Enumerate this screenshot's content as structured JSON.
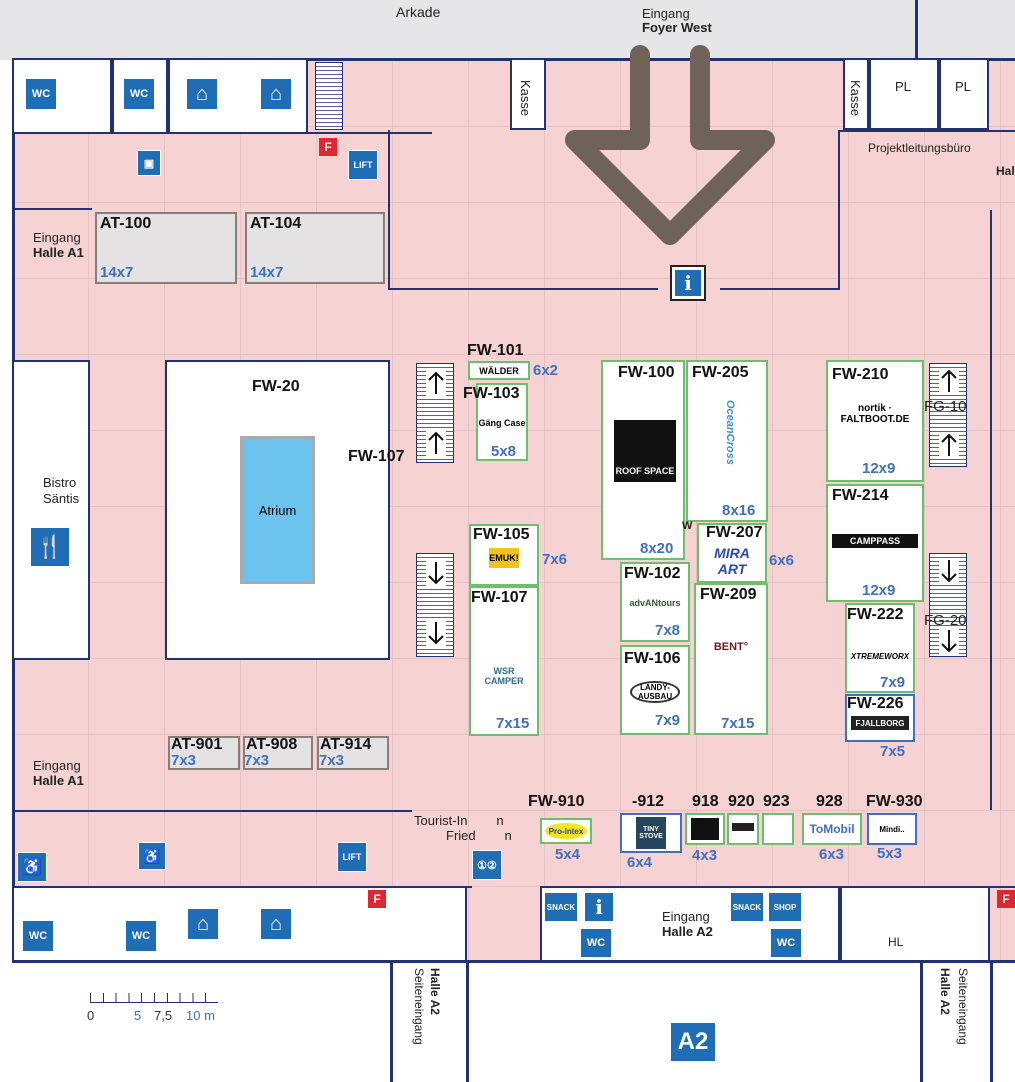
{
  "labels": {
    "arkade": "Arkade",
    "eingang_foyer_line1": "Eingang",
    "eingang_foyer_line2": "Foyer West",
    "kasse": "Kasse",
    "pl": "PL",
    "projektleitung": "Projektleitungsbüro",
    "hal": "Hal",
    "eingang": "Eingang",
    "halle_a1": "Halle A1",
    "halle_a2": "Halle A2",
    "bistro_line1": "Bistro",
    "bistro_line2": "Säntis",
    "atrium": "Atrium",
    "lift": "LIFT",
    "fire": "F",
    "wc": "WC",
    "snack": "SNACK",
    "shop": "SHOP",
    "hl": "HL",
    "seiteneingang": "Seiteneingang",
    "hall_badge": "A2",
    "fg10": "FG-10",
    "fg20": "FG-20",
    "fw107_area": "FW-107",
    "tourist_line1": "Tourist-In        n",
    "tourist_line2": "Fried        n",
    "w": "W",
    "info": "i"
  },
  "scale": {
    "ticks": [
      "0",
      "5",
      "7,5",
      "10 m"
    ]
  },
  "booths": {
    "at100": {
      "id": "AT-100",
      "size": "14x7"
    },
    "at104": {
      "id": "AT-104",
      "size": "14x7"
    },
    "fw20": {
      "id": "FW-20"
    },
    "fw101": {
      "id": "FW-101",
      "size": "6x2",
      "logo": "WÄLDER"
    },
    "fw103": {
      "id": "FW-103",
      "size": "5x8",
      "logo": "Gäng Case"
    },
    "fw105": {
      "id": "FW-105",
      "size": "7x6",
      "logo": "EMUK!"
    },
    "fw107": {
      "id": "FW-107",
      "size": "7x15",
      "logo": "WSR CAMPER"
    },
    "fw100": {
      "id": "FW-100",
      "size": "8x20",
      "logo": "ROOF SPACE"
    },
    "fw205": {
      "id": "FW-205",
      "size": "8x16",
      "logo": "OceanCross"
    },
    "fw207": {
      "id": "FW-207",
      "size": "6x6",
      "logo": "MIRA ART"
    },
    "fw102": {
      "id": "FW-102",
      "size": "7x8",
      "logo": "advANtours"
    },
    "fw209": {
      "id": "FW-209",
      "size": "7x15",
      "logo": "BENT°"
    },
    "fw106": {
      "id": "FW-106",
      "size": "7x9",
      "logo": "LANDY-AUSBAU"
    },
    "fw210": {
      "id": "FW-210",
      "size": "12x9",
      "logo": "nortik · FALTBOOT.DE"
    },
    "fw214": {
      "id": "FW-214",
      "size": "12x9",
      "logo": "CAMPPASS"
    },
    "fw222": {
      "id": "FW-222",
      "size": "7x9",
      "logo": "XTREMEWORX"
    },
    "fw226": {
      "id": "FW-226",
      "size": "7x5",
      "logo": "FJALLBORG"
    },
    "at901": {
      "id": "AT-901",
      "size": "7x3"
    },
    "at908": {
      "id": "AT-908",
      "size": "7x3"
    },
    "at914": {
      "id": "AT-914",
      "size": "7x3"
    },
    "fw910": {
      "id": "FW-910",
      "size": "5x4",
      "logo": "Pro-Intex"
    },
    "fw912": {
      "id": "-912",
      "size": "6x4",
      "logo": "TINY STOVE"
    },
    "b918": {
      "id": "918",
      "size": "4x3"
    },
    "b920": {
      "id": "920"
    },
    "b923": {
      "id": "923"
    },
    "b928": {
      "id": "928",
      "size": "6x3",
      "logo": "ToMobil"
    },
    "fw930": {
      "id": "FW-930",
      "size": "5x3",
      "logo": "Mindi.."
    }
  },
  "colors": {
    "hall": "#f6d2d2",
    "wall": "#22316f",
    "booth_border": "#6cbf6c",
    "size_text": "#3d6fc2",
    "arrow": "#6f625a",
    "icon": "#1f6db5"
  }
}
